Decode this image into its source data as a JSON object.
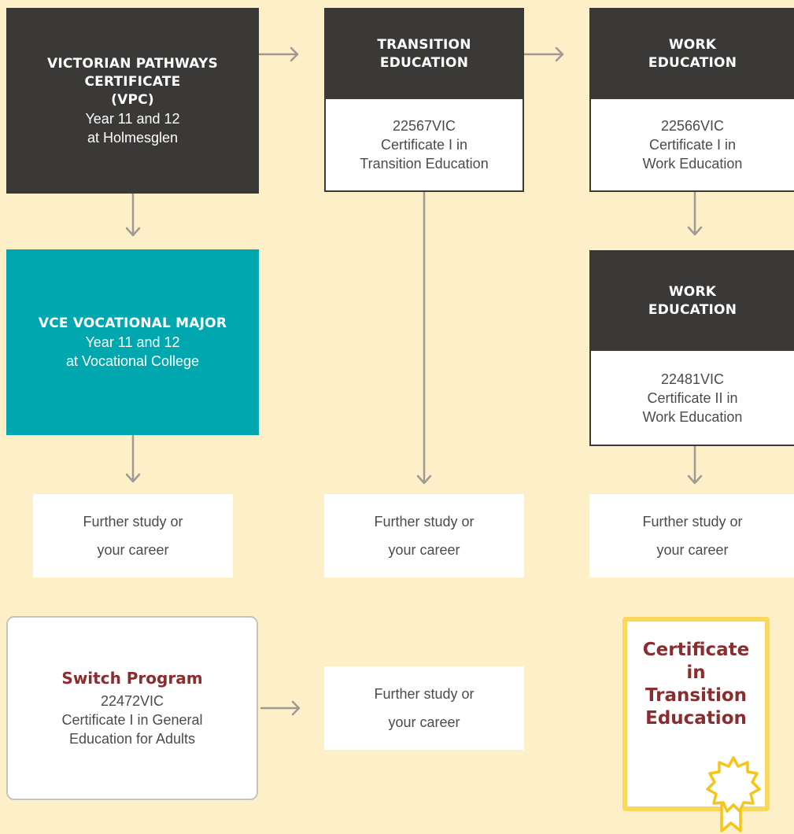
{
  "vpc": {
    "title_lines": [
      "VICTORIAN PATHWAYS",
      "CERTIFICATE",
      "(VPC)"
    ],
    "body_lines": [
      "Year 11 and 12",
      "at Holmesglen"
    ]
  },
  "transition": {
    "title_lines": [
      "TRANSITION",
      "EDUCATION"
    ],
    "body_lines": [
      "22567VIC",
      "Certificate I in",
      "Transition Education"
    ]
  },
  "work1": {
    "title_lines": [
      "WORK",
      "EDUCATION"
    ],
    "body_lines": [
      "22566VIC",
      "Certificate I in",
      "Work Education"
    ]
  },
  "work2": {
    "title_lines": [
      "WORK",
      "EDUCATION"
    ],
    "body_lines": [
      "22481VIC",
      "Certificate II in",
      "Work Education"
    ]
  },
  "vce": {
    "title": "VCE VOCATIONAL MAJOR",
    "body_lines": [
      "Year 11 and 12",
      "at Vocational College"
    ]
  },
  "further": {
    "lines": [
      "Further study or",
      "your career"
    ]
  },
  "switch": {
    "title": "Switch Program",
    "body_lines": [
      "22472VIC",
      "Certificate I in General",
      "Education for Adults"
    ]
  },
  "certificate": {
    "lines": [
      "Certificate",
      "in",
      "Transition",
      "Education"
    ]
  },
  "colors": {
    "background": "#fdefc8",
    "dark": "#3a3937",
    "teal": "#00a7ae",
    "arrow": "#9e9a94",
    "title_red": "#8b2c2f",
    "certificate_border": "#f9d85c"
  }
}
